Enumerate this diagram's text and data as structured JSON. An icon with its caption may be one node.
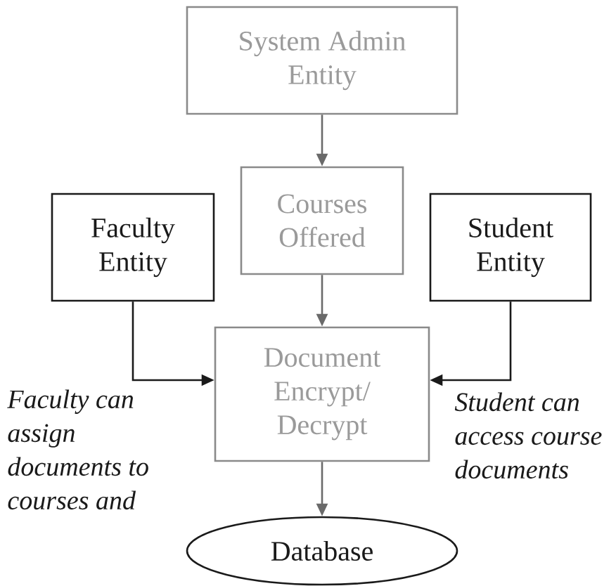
{
  "diagram": {
    "nodes": [
      {
        "text": [
          "System Admin Entity"
        ]
      },
      {
        "text": [
          "Courses Offered"
        ]
      },
      {
        "text": [
          "Faculty Entity"
        ]
      },
      {
        "text": [
          "Student Entity"
        ]
      },
      {
        "text": [
          "Document Encrypt/ Decrypt"
        ]
      },
      {
        "text": [
          "Database"
        ]
      }
    ],
    "edges": [
      {
        "from": 0,
        "to": 1,
        "arrow": "to"
      },
      {
        "from": 1,
        "to": 4,
        "arrow": "to"
      },
      {
        "from": 2,
        "to": 4,
        "arrow": "to",
        "color": "#1a1a1a"
      },
      {
        "from": 3,
        "to": 4,
        "arrow": "to",
        "color": "#1a1a1a"
      },
      {
        "from": 4,
        "to": 5,
        "arrow": "to"
      }
    ],
    "labels": [
      "Faculty can assign documents to courses and",
      "Student can access course documents"
    ]
  }
}
